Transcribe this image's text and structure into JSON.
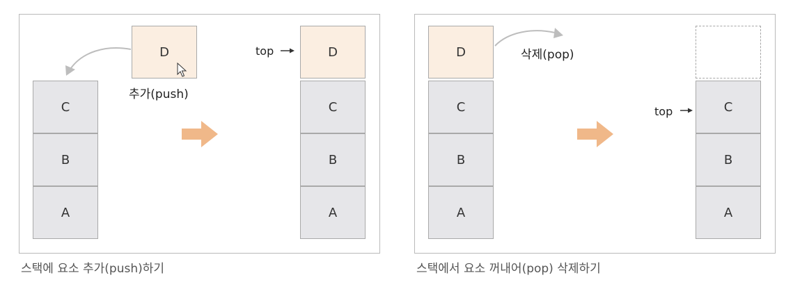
{
  "push_panel": {
    "stack_cells": [
      "C",
      "B",
      "A"
    ],
    "incoming_element": "D",
    "operation_label": "추가(push)",
    "result_cells": [
      "D",
      "C",
      "B",
      "A"
    ],
    "top_pointer": "top",
    "caption": "스택에 요소 추가(push)하기"
  },
  "pop_panel": {
    "stack_cells": [
      "D",
      "C",
      "B",
      "A"
    ],
    "operation_label": "삭제(pop)",
    "result_cells": [
      "C",
      "B",
      "A"
    ],
    "top_pointer": "top",
    "caption": "스택에서 요소 꺼내어(pop) 삭제하기"
  },
  "colors": {
    "cell_fill": "#e6e6e9",
    "new_cell_fill": "#fbeee1",
    "arrow": "#f0b889",
    "border": "#a9a9a9"
  },
  "icons": [
    "curved-arrow-icon",
    "transition-arrow-icon",
    "pointer-arrow-icon",
    "mouse-cursor-icon"
  ]
}
